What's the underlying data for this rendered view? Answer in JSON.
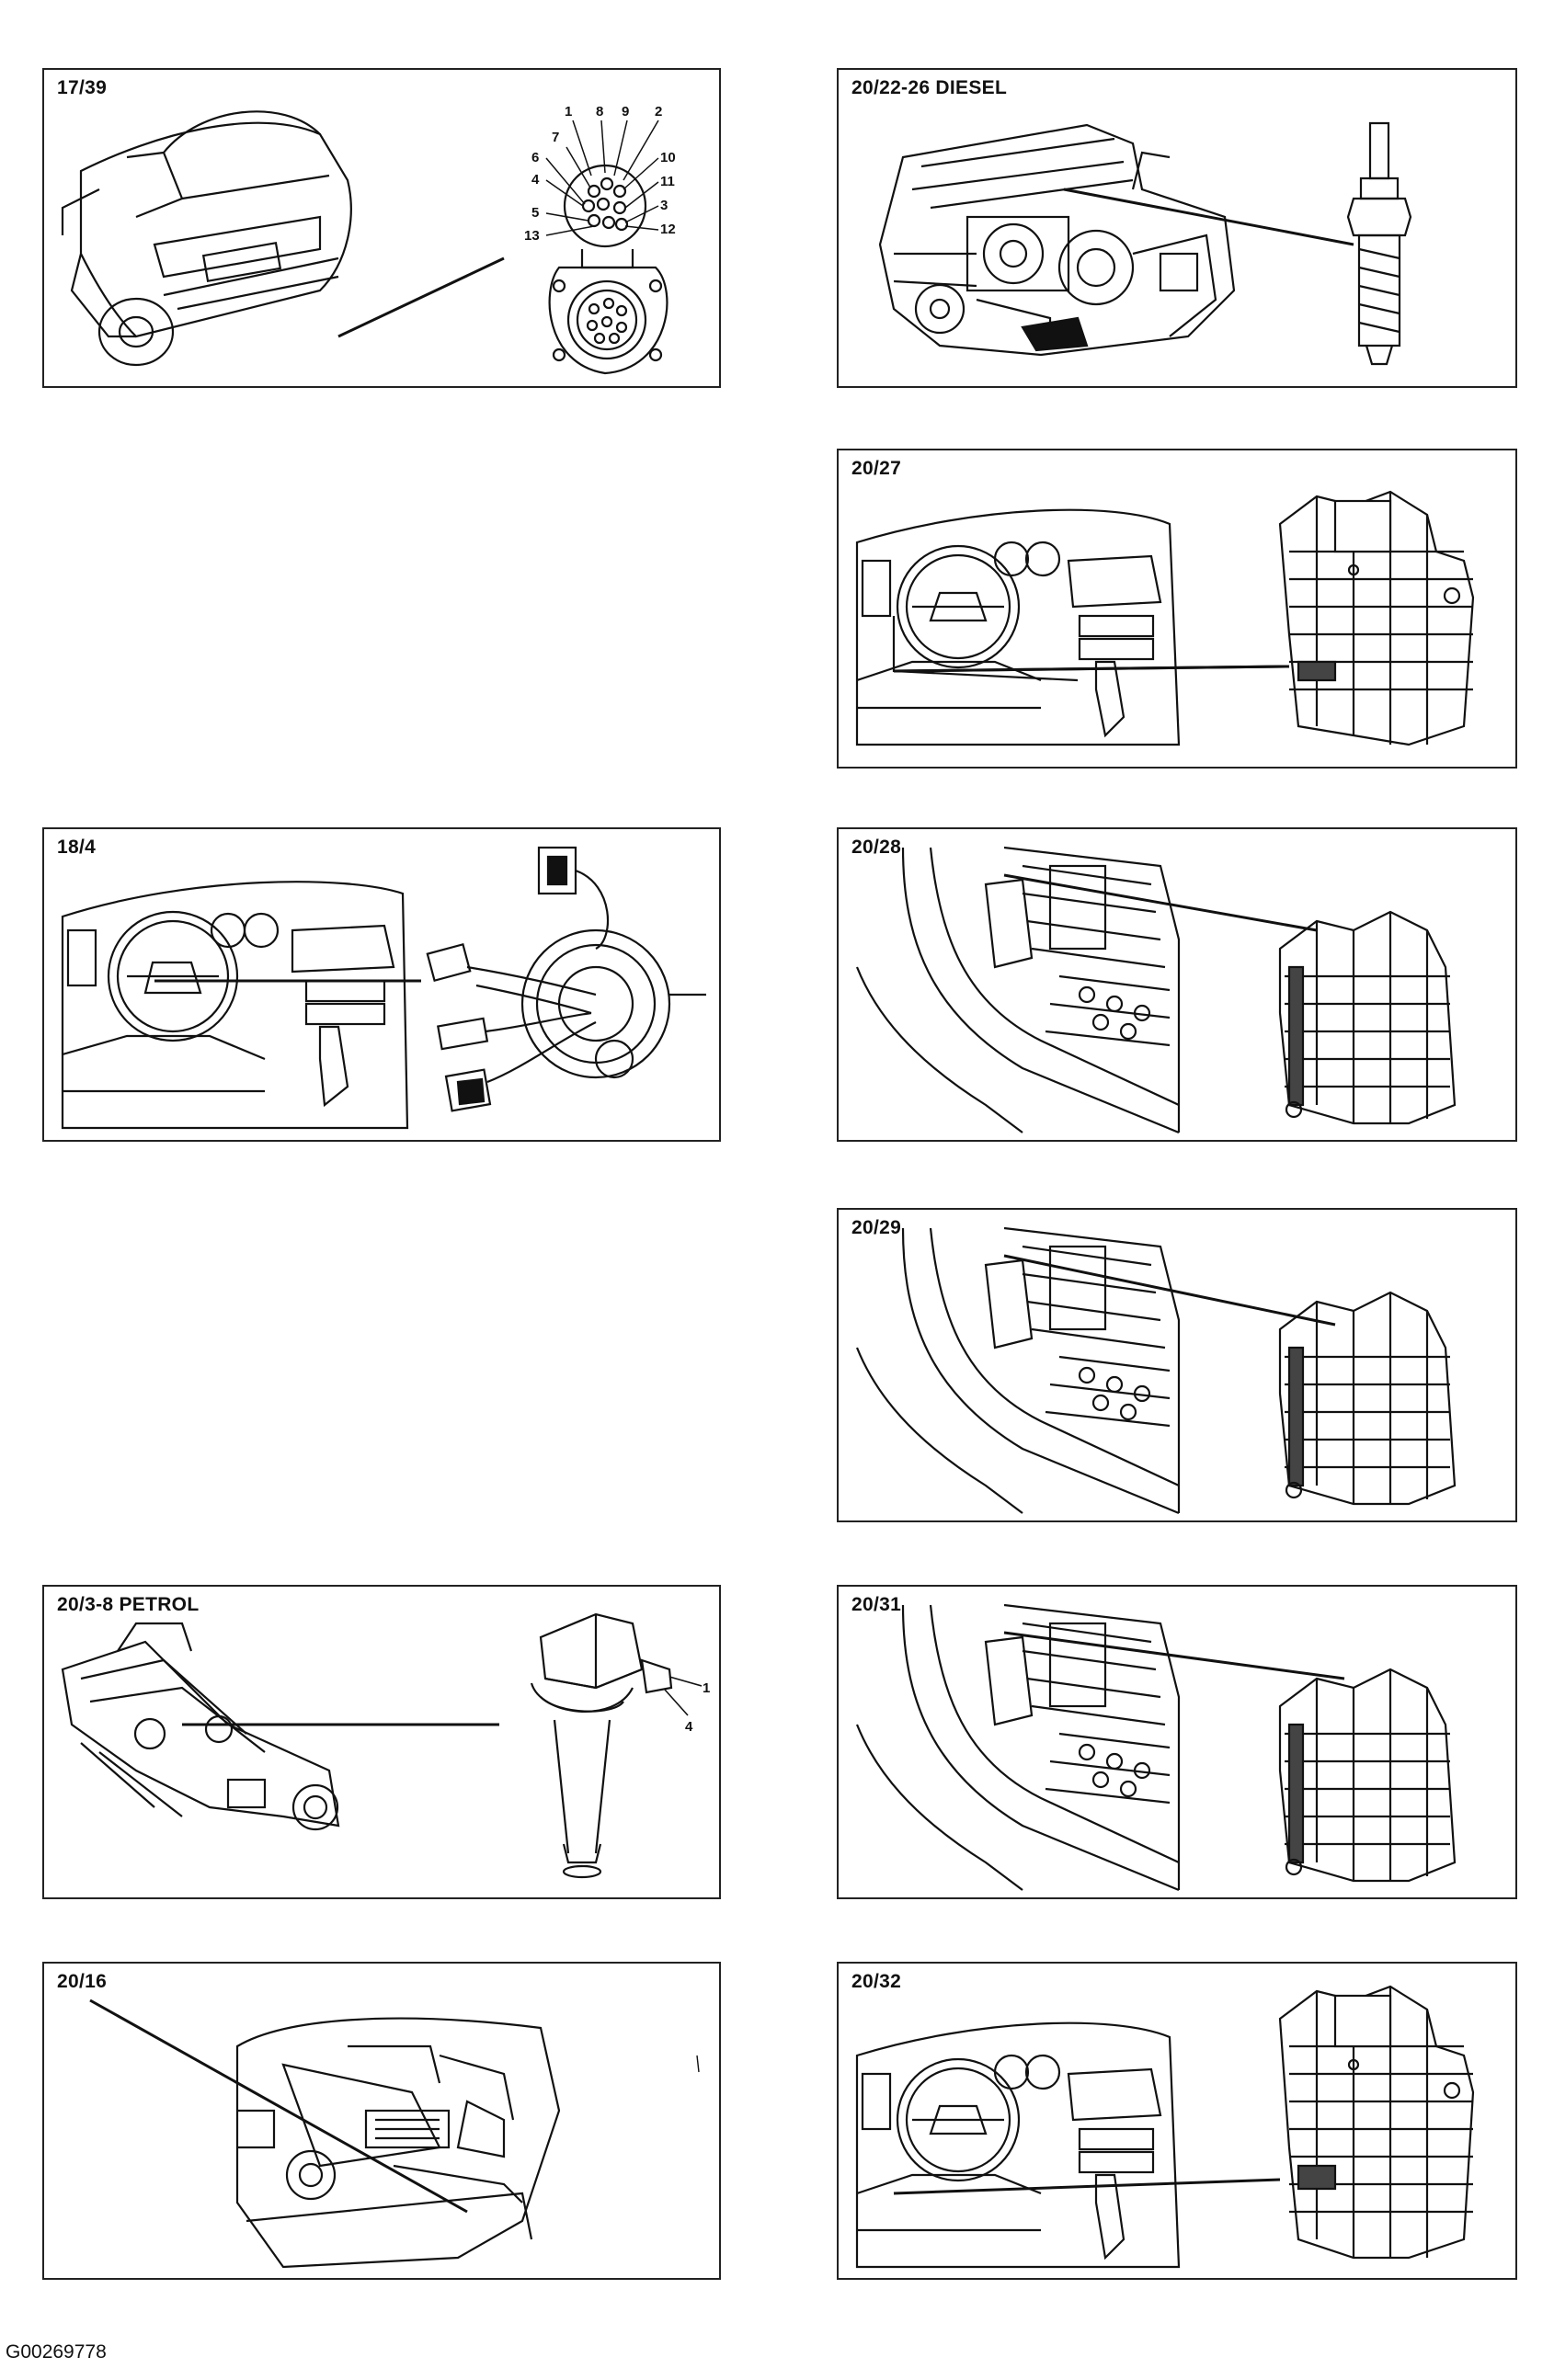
{
  "panels": {
    "p17_39": {
      "label": "17/39",
      "pins": [
        "1",
        "8",
        "9",
        "2",
        "7",
        "6",
        "4",
        "5",
        "13",
        "10",
        "11",
        "3",
        "12"
      ]
    },
    "p20_22_26": {
      "label": "20/22-26   DIESEL"
    },
    "p20_27": {
      "label": "20/27"
    },
    "p18_4": {
      "label": "18/4"
    },
    "p20_28": {
      "label": "20/28"
    },
    "p20_29": {
      "label": "20/29"
    },
    "p20_3_8": {
      "label": "20/3-8    PETROL",
      "pins": [
        "1",
        "4"
      ]
    },
    "p20_31": {
      "label": "20/31"
    },
    "p20_16": {
      "label": "20/16"
    },
    "p20_32": {
      "label": "20/32"
    }
  },
  "footer": {
    "code": "G00269778"
  }
}
